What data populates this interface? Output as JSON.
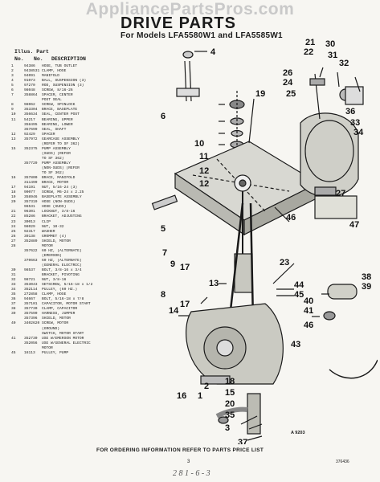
{
  "watermark": "AppliancePartsPros.com",
  "title": "DRIVE PARTS",
  "subtitle": "For Models LFA5580W1 and LFA5585W1",
  "columns": {
    "illus": "Illus. Part",
    "no": "No.",
    "partno": "No.",
    "description": "DESCRIPTION"
  },
  "parts": [
    {
      "no": "1",
      "pn": "94386",
      "desc": "HOSE, TUB OUTLET"
    },
    {
      "no": "2",
      "pn": "9438531",
      "desc": "CLAMP, HOSE"
    },
    {
      "no": "3",
      "pn": "94091",
      "desc": "MANIFOLD"
    },
    {
      "no": "4",
      "pn": "91073",
      "desc": "BALL, SUSPENSION (3)"
    },
    {
      "no": "5",
      "pn": "97270",
      "desc": "ROD, SUSPENSION (3)"
    },
    {
      "no": "6",
      "pn": "98048",
      "desc": "SCREW, 8/16-26"
    },
    {
      "no": "7",
      "pn": "358864",
      "desc": "SPACER, CENTER"
    },
    {
      "no": "",
      "pn": "",
      "desc": "POST SEAL"
    },
    {
      "no": "8",
      "pn": "98062",
      "desc": "SCREW, SPINLOCK"
    },
    {
      "no": "9",
      "pn": "353304",
      "desc": "BRACE, BASEPLATE"
    },
    {
      "no": "10",
      "pn": "356634",
      "desc": "SEAL, CENTER POST"
    },
    {
      "no": "11",
      "pn": "54217",
      "desc": "BEARING, UPPER"
    },
    {
      "no": "",
      "pn": "358495",
      "desc": "BEARING, LOWER"
    },
    {
      "no": "",
      "pn": "357699",
      "desc": "SEAL, SHAFT"
    },
    {
      "no": "12",
      "pn": "92429",
      "desc": "SPACER"
    },
    {
      "no": "13",
      "pn": "357972",
      "desc": "GEARCASE ASSEMBLY"
    },
    {
      "no": "",
      "pn": "",
      "desc": "(REFER TO SF 362)"
    },
    {
      "no": "15",
      "pn": "352375",
      "desc": "PUMP ASSEMBLY"
    },
    {
      "no": "",
      "pn": "",
      "desc": "(SUDS) (REFER"
    },
    {
      "no": "",
      "pn": "",
      "desc": "TO SF 362)"
    },
    {
      "no": "",
      "pn": "357729",
      "desc": "PUMP ASSEMBLY"
    },
    {
      "no": "",
      "pn": "",
      "desc": "(NON-SUDS) (REFER"
    },
    {
      "no": "",
      "pn": "",
      "desc": "TO SF 362)"
    },
    {
      "no": "16",
      "pn": "357800",
      "desc": "BRACE, MANIFOLD"
    },
    {
      "no": "",
      "pn": "311499",
      "desc": "BRACE, MOTOR"
    },
    {
      "no": "17",
      "pn": "94191",
      "desc": "NUT, 5/16-24 (3)"
    },
    {
      "no": "18",
      "pn": "90077",
      "desc": "SCREW, M6-24 x 2.25"
    },
    {
      "no": "19",
      "pn": "358946",
      "desc": "BASEPLATE ASSEMBLY"
    },
    {
      "no": "20",
      "pn": "357319",
      "desc": "HOSE (NON-SUDS)"
    },
    {
      "no": "",
      "pn": "96531",
      "desc": "HOSE (SUDS)"
    },
    {
      "no": "21",
      "pn": "96301",
      "desc": "LOCKNUT, 3/8-16"
    },
    {
      "no": "22",
      "pn": "85286",
      "desc": "BRACKET, ADJUSTING"
    },
    {
      "no": "23",
      "pn": "30013",
      "desc": "CLIP"
    },
    {
      "no": "24",
      "pn": "98029",
      "desc": "NUT, 10-32"
    },
    {
      "no": "25",
      "pn": "92317",
      "desc": "WASHER"
    },
    {
      "no": "26",
      "pn": "39138",
      "desc": "GROMMET (4)"
    },
    {
      "no": "27",
      "pn": "352889",
      "desc": "SHIELD, MOTOR"
    },
    {
      "no": "28",
      "pn": "",
      "desc": "MOTOR"
    },
    {
      "no": "",
      "pn": "357622",
      "desc": "60 HZ, (ALTERNATE)"
    },
    {
      "no": "",
      "pn": "",
      "desc": "(EMERSON)"
    },
    {
      "no": "",
      "pn": "370663",
      "desc": "60 HZ, (ALTERNATE)"
    },
    {
      "no": "",
      "pn": "",
      "desc": "(GENERAL ELECTRIC)"
    },
    {
      "no": "30",
      "pn": "98537",
      "desc": "BOLT, 3/8-16 x 3/4"
    },
    {
      "no": "31",
      "pn": "",
      "desc": "BRACKET, PIVOTING"
    },
    {
      "no": "32",
      "pn": "98721",
      "desc": "NUT, 3/8-16"
    },
    {
      "no": "33",
      "pn": "353043",
      "desc": "SETSCREW, 5/16-18 x 1/2"
    },
    {
      "no": "34",
      "pn": "352114",
      "desc": "PULLEY, (60 HZ.)"
    },
    {
      "no": "35",
      "pn": "272858",
      "desc": "CLAMP, HOSE"
    },
    {
      "no": "36",
      "pn": "94667",
      "desc": "BOLT, 5/16-18 x 7/8"
    },
    {
      "no": "37",
      "pn": "357101",
      "desc": "CAPACITOR, MOTOR START"
    },
    {
      "no": "38",
      "pn": "357730",
      "desc": "CLAMP, CAPACITOR"
    },
    {
      "no": "39",
      "pn": "357590",
      "desc": "HARNESS, JUMPER"
    },
    {
      "no": "",
      "pn": "357396",
      "desc": "SHIELD, MOTOR"
    },
    {
      "no": "40",
      "pn": "3402620",
      "desc": "SCREW, MOTOR"
    },
    {
      "no": "",
      "pn": "",
      "desc": "(GROUND)"
    },
    {
      "no": "",
      "pn": "",
      "desc": "SWITCH, MOTOR START"
    },
    {
      "no": "41",
      "pn": "352730",
      "desc": "USE W/EMERSON MOTOR"
    },
    {
      "no": "",
      "pn": "352056",
      "desc": "USE W/GENERAL ELECTRIC"
    },
    {
      "no": "",
      "pn": "",
      "desc": "MOTOR"
    },
    {
      "no": "45",
      "pn": "16113",
      "desc": "PULLEY, PUMP"
    }
  ],
  "callouts": {
    "c1": "1",
    "c2": "2",
    "c3": "3",
    "c4": "4",
    "c5": "5",
    "c6": "6",
    "c7": "7",
    "c8": "8",
    "c9": "9",
    "c10": "10",
    "c11": "11",
    "c12a": "12",
    "c12b": "12",
    "c13": "13",
    "c14": "14",
    "c15": "15",
    "c16": "16",
    "c17a": "17",
    "c17b": "17",
    "c18": "18",
    "c19": "19",
    "c20": "20",
    "c21": "21",
    "c22": "22",
    "c23": "23",
    "c24": "24",
    "c25": "25",
    "c26": "26",
    "c27": "27",
    "c30": "30",
    "c31": "31",
    "c32": "32",
    "c33": "33",
    "c34": "34",
    "c35": "35",
    "c36": "36",
    "c37": "37",
    "c38": "38",
    "c39": "39",
    "c40": "40",
    "c41": "41",
    "c43": "43",
    "c44": "44",
    "c45": "45",
    "c46a": "46",
    "c46b": "46",
    "c47": "47"
  },
  "drawing_number": "A 9203",
  "footer": "FOR ORDERING INFORMATION REFER TO PARTS PRICE LIST",
  "page_number": "3",
  "doc_number": "376436",
  "handwritten": "2 8 1 - 6 - 3"
}
